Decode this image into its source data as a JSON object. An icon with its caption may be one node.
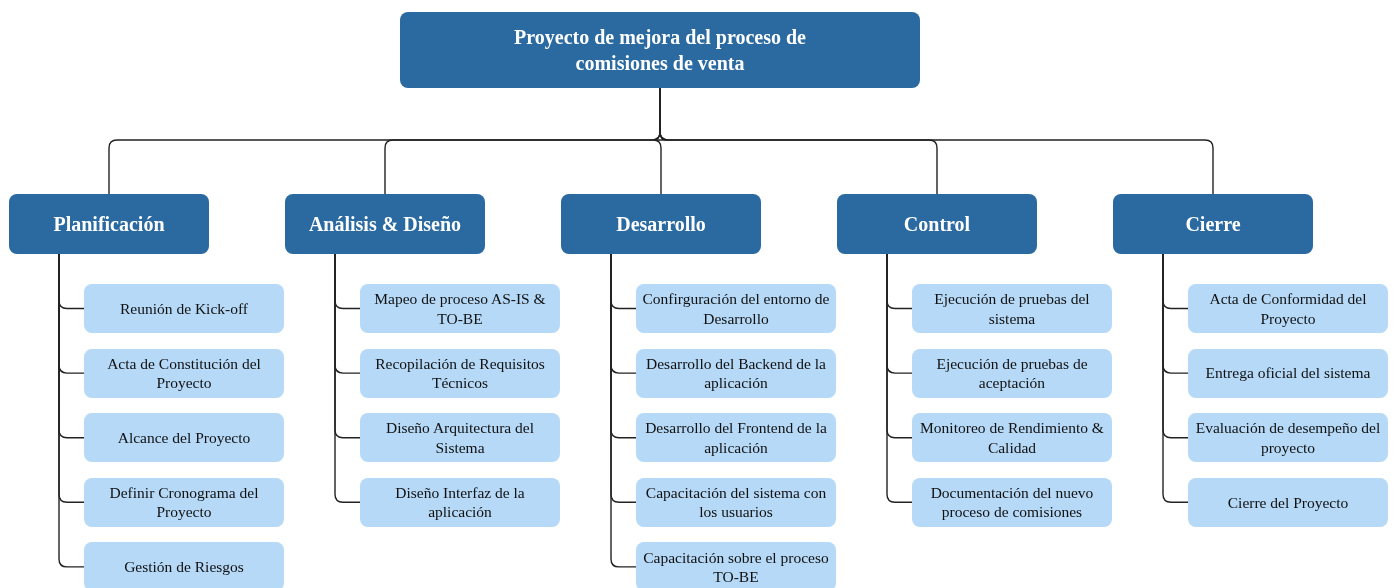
{
  "diagram": {
    "nodes": [
      {
        "text": [
          "Proyecto de mejora del proceso de comisiones de venta"
        ]
      },
      {
        "text": [
          "Planificación"
        ]
      },
      {
        "text": [
          "Reunión de Kick-off"
        ]
      },
      {
        "text": [
          "Acta de Constitución del Proyecto"
        ]
      },
      {
        "text": [
          "Alcance del Proyecto"
        ]
      },
      {
        "text": [
          "Definir Cronograma del Proyecto"
        ]
      },
      {
        "text": [
          "Gestión de Riesgos"
        ]
      },
      {
        "text": [
          "Análisis & Diseño"
        ]
      },
      {
        "text": [
          "Mapeo de proceso AS-IS & TO-BE"
        ]
      },
      {
        "text": [
          "Recopilación de Requisitos Técnicos"
        ]
      },
      {
        "text": [
          "Diseño Arquitectura del Sistema"
        ]
      },
      {
        "text": [
          "Diseño Interfaz de la aplicación"
        ]
      },
      {
        "text": [
          "Desarrollo"
        ]
      },
      {
        "text": [
          "Confirguración del entorno de Desarrollo"
        ]
      },
      {
        "text": [
          "Desarrollo del Backend de la aplicación"
        ]
      },
      {
        "text": [
          "Desarrollo del Frontend de la aplicación"
        ]
      },
      {
        "text": [
          "Capacitación del sistema con los usuarios"
        ]
      },
      {
        "text": [
          "Capacitación sobre el proceso TO-BE"
        ]
      },
      {
        "text": [
          "Control"
        ]
      },
      {
        "text": [
          "Ejecución de pruebas del sistema"
        ]
      },
      {
        "text": [
          "Ejecución de pruebas de aceptación"
        ]
      },
      {
        "text": [
          "Monitoreo de Rendimiento & Calidad"
        ]
      },
      {
        "text": [
          "Documentación del nuevo proceso de comisiones"
        ]
      },
      {
        "text": [
          "Cierre"
        ]
      },
      {
        "text": [
          "Acta de Conformidad del Proyecto"
        ]
      },
      {
        "text": [
          "Entrega oficial del sistema"
        ]
      },
      {
        "text": [
          "Evaluación de desempeño del proyecto"
        ]
      },
      {
        "text": [
          "Cierre del Proyecto"
        ]
      }
    ],
    "edges": [
      {
        "from": 0,
        "to": 1,
        "arrow": "none"
      },
      {
        "from": 0,
        "to": 7,
        "arrow": "none"
      },
      {
        "from": 0,
        "to": 12,
        "arrow": "none"
      },
      {
        "from": 0,
        "to": 18,
        "arrow": "none"
      },
      {
        "from": 0,
        "to": 23,
        "arrow": "none"
      },
      {
        "from": 1,
        "to": 2,
        "arrow": "none"
      },
      {
        "from": 1,
        "to": 3,
        "arrow": "none"
      },
      {
        "from": 1,
        "to": 4,
        "arrow": "none"
      },
      {
        "from": 1,
        "to": 5,
        "arrow": "none"
      },
      {
        "from": 1,
        "to": 6,
        "arrow": "none"
      },
      {
        "from": 7,
        "to": 8,
        "arrow": "none"
      },
      {
        "from": 7,
        "to": 9,
        "arrow": "none"
      },
      {
        "from": 7,
        "to": 10,
        "arrow": "none"
      },
      {
        "from": 7,
        "to": 11,
        "arrow": "none"
      },
      {
        "from": 12,
        "to": 13,
        "arrow": "none"
      },
      {
        "from": 12,
        "to": 14,
        "arrow": "none"
      },
      {
        "from": 12,
        "to": 15,
        "arrow": "none"
      },
      {
        "from": 12,
        "to": 16,
        "arrow": "none"
      },
      {
        "from": 12,
        "to": 17,
        "arrow": "none"
      },
      {
        "from": 18,
        "to": 19,
        "arrow": "none"
      },
      {
        "from": 18,
        "to": 20,
        "arrow": "none"
      },
      {
        "from": 18,
        "to": 21,
        "arrow": "none"
      },
      {
        "from": 18,
        "to": 22,
        "arrow": "none"
      },
      {
        "from": 23,
        "to": 24,
        "arrow": "none"
      },
      {
        "from": 23,
        "to": 25,
        "arrow": "none"
      },
      {
        "from": 23,
        "to": 26,
        "arrow": "none"
      },
      {
        "from": 23,
        "to": 27,
        "arrow": "none"
      }
    ]
  }
}
